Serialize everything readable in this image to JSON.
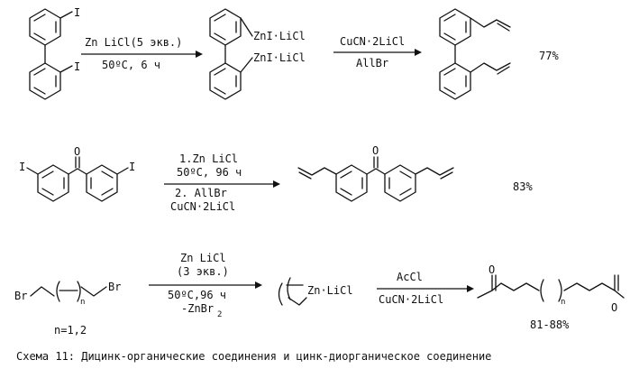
{
  "scheme": {
    "caption": "Схема 11: Дицинк-органические соединения и цинк-диорганическое соединение"
  },
  "reaction1": {
    "arrow1_top": "Zn LiCl(5 экв.)",
    "arrow1_bottom": "50ºC, 6 ч",
    "intermediate_top": "ZnI·LiCl",
    "intermediate_bottom": "ZnI·LiCl",
    "arrow2_top": "CuCN·2LiCl",
    "arrow2_bottom": "AllBr",
    "yield": "77%",
    "iodo_label": "I"
  },
  "reaction2": {
    "conditions": [
      "1.Zn LiCl",
      "50ºC, 96 ч",
      "2. AllBr",
      "CuCN·2LiCl"
    ],
    "yield": "83%",
    "iodo_label": "I",
    "oxygen_label": "O"
  },
  "reaction3": {
    "start_left": "Br",
    "start_right": "Br",
    "n_sub": "n",
    "n_values": "n=1,2",
    "arrow1_conditions": [
      "Zn LiCl",
      "(3 экв.)",
      "50ºC,96 ч",
      "-ZnBr",
      "2"
    ],
    "ring_label": "Zn·LiCl",
    "arrow2_top": "AcCl",
    "arrow2_bottom": "CuCN·2LiCl",
    "yield": "81-88%",
    "oxygen_label": "O"
  }
}
